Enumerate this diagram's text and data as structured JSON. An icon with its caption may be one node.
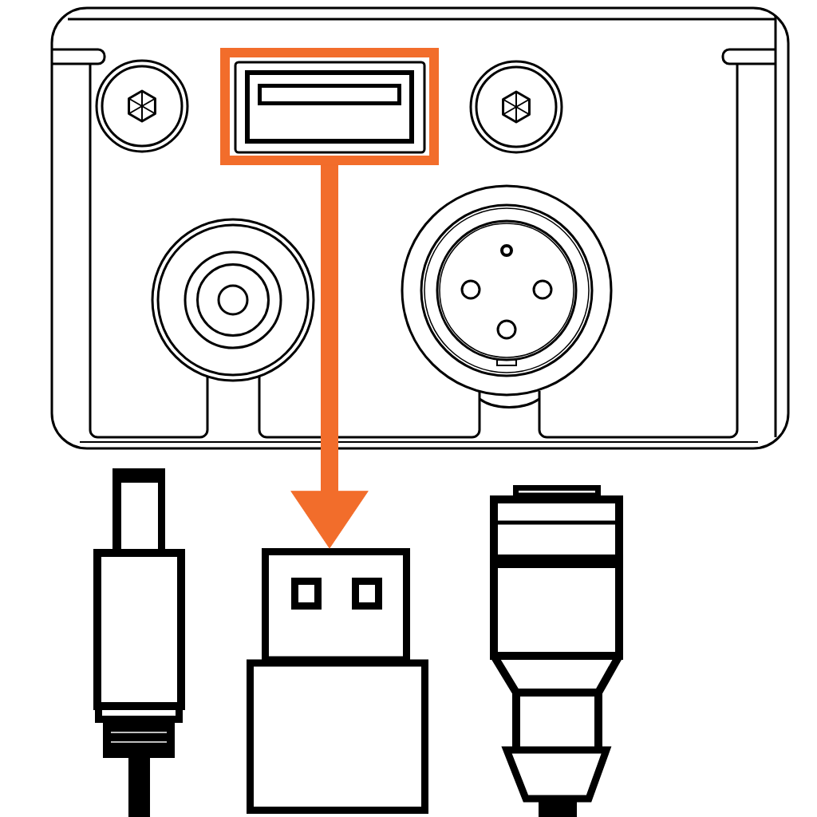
{
  "diagram": {
    "nodes": [
      {
        "text": [],
        "shape": "box"
      },
      {
        "text": [],
        "shape": "picture"
      }
    ],
    "edges": [
      {
        "from": 0,
        "to": 1,
        "arrow": "to",
        "color": "#f26d2b"
      }
    ]
  }
}
